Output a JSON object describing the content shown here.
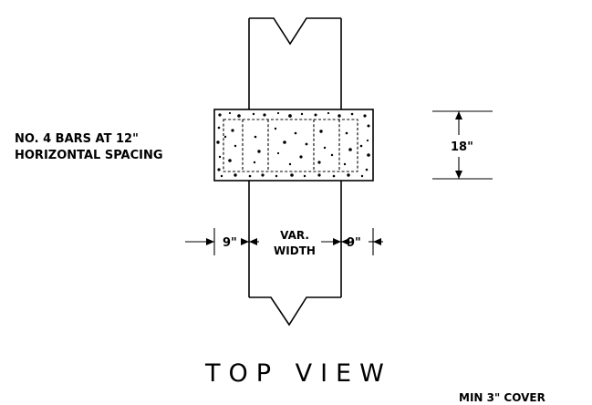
{
  "drawing": {
    "callout_bars_line1": "NO. 4 BARS AT 12\"",
    "callout_bars_line2": "HORIZONTAL SPACING",
    "dimension_height": "18\"",
    "dimension_left": "9\"",
    "dimension_right": "9\"",
    "dimension_center_line1": "VAR.",
    "dimension_center_line2": "WIDTH",
    "view_title": "TOP VIEW",
    "note_cover": "MIN 3\" COVER"
  },
  "colors": {
    "ink": "#000000",
    "background": "#ffffff"
  }
}
